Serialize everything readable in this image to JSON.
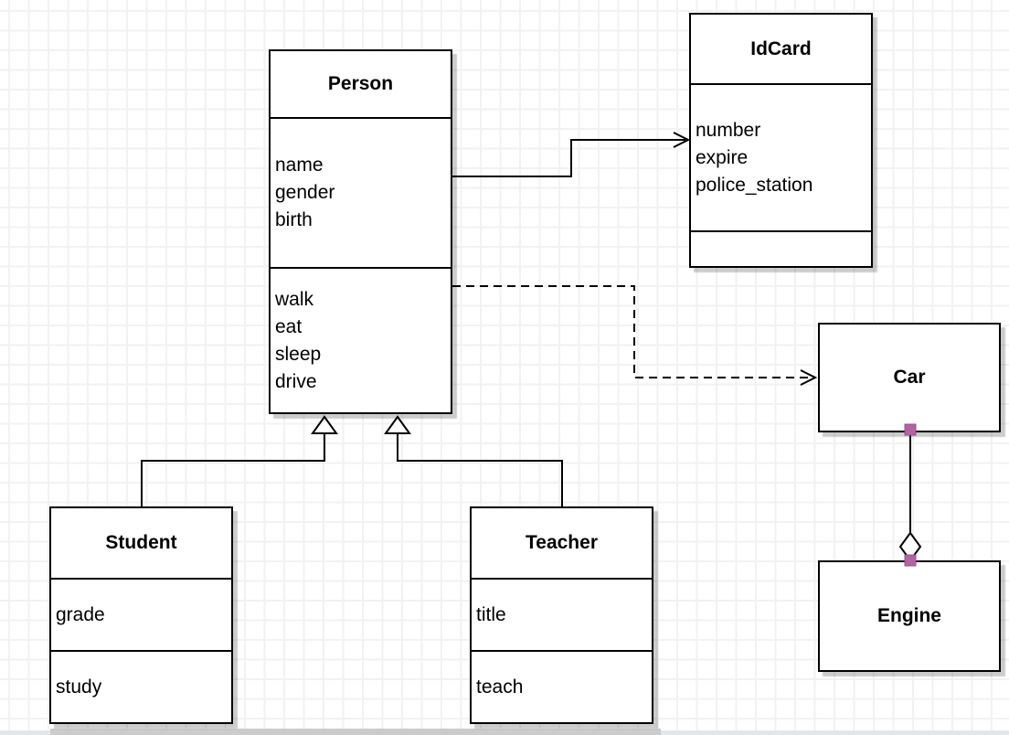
{
  "canvas": {
    "type": "uml-class-diagram"
  },
  "classes": {
    "person": {
      "title": "Person",
      "attributes": [
        "name",
        "gender",
        "birth"
      ],
      "methods": [
        "walk",
        "eat",
        "sleep",
        "drive"
      ]
    },
    "idcard": {
      "title": "IdCard",
      "attributes": [
        "number",
        "expire",
        "police_station"
      ],
      "methods": []
    },
    "car": {
      "title": "Car"
    },
    "engine": {
      "title": "Engine"
    },
    "student": {
      "title": "Student",
      "attributes": [
        "grade"
      ],
      "methods": [
        "study"
      ]
    },
    "teacher": {
      "title": "Teacher",
      "attributes": [
        "title"
      ],
      "methods": [
        "teach"
      ]
    }
  },
  "relationships": [
    {
      "from": "Person",
      "to": "IdCard",
      "type": "association",
      "style": "solid-open-arrow"
    },
    {
      "from": "Person",
      "to": "Car",
      "type": "dependency",
      "style": "dashed-open-arrow"
    },
    {
      "from": "Student",
      "to": "Person",
      "type": "generalization",
      "style": "solid-hollow-triangle"
    },
    {
      "from": "Teacher",
      "to": "Person",
      "type": "generalization",
      "style": "solid-hollow-triangle"
    },
    {
      "from": "Car",
      "to": "Engine",
      "type": "aggregation",
      "style": "solid-hollow-diamond"
    }
  ],
  "colors": {
    "shape_border": "#000000",
    "shape_fill": "#ffffff",
    "edge_stroke": "#000000",
    "endpoint_handle": "#b164a4",
    "endpoint_handle_border": "#96508b",
    "grid_line": "#f2f2f2",
    "canvas_bg": "#ffffff"
  }
}
